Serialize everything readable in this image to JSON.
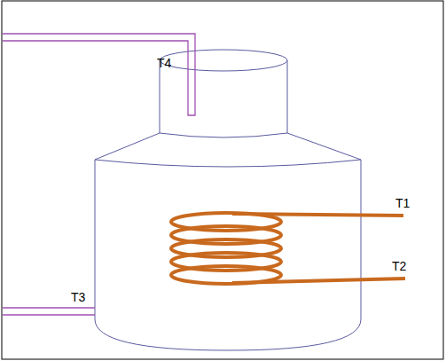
{
  "diagram": {
    "labels": [
      "T4",
      "T1",
      "T2",
      "T3"
    ]
  }
}
